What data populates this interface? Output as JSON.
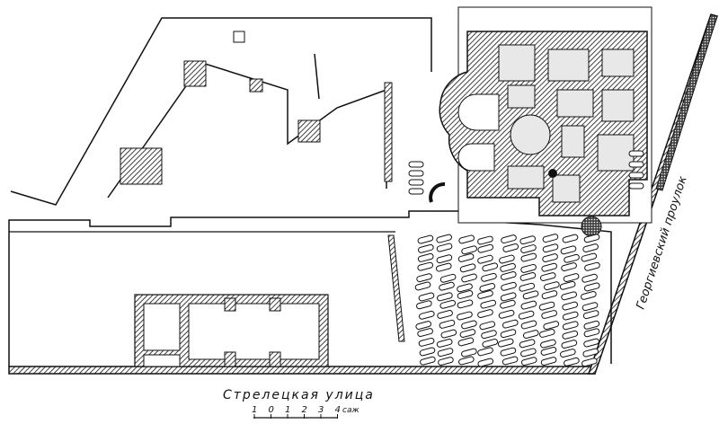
{
  "labels": {
    "street": "Стрелецкая улица",
    "lane": "Георгиевский проулок"
  },
  "scale_bar": {
    "ticks": [
      "1",
      "0",
      "1",
      "2",
      "3",
      "4"
    ],
    "unit": "саж"
  },
  "colors": {
    "ink": "#111111",
    "paper": "#ffffff",
    "fill_gray": "#d8d8d8"
  }
}
